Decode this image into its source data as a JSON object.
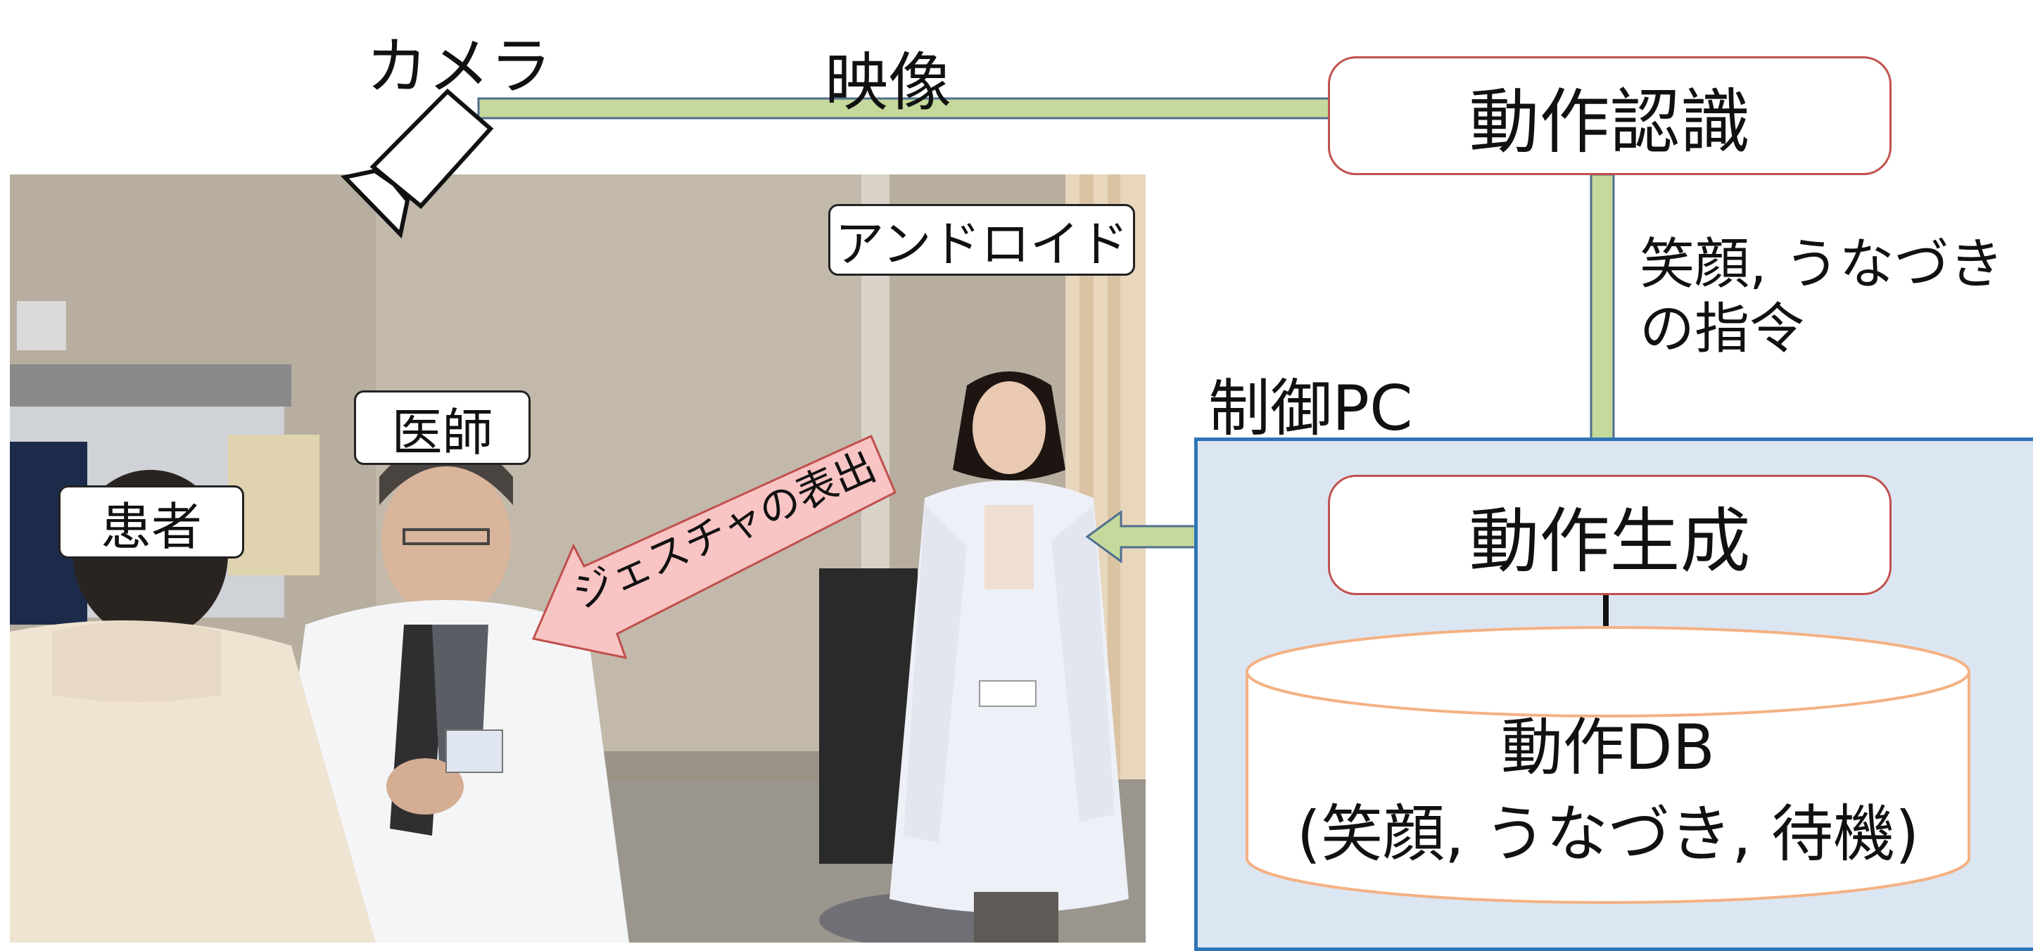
{
  "labels": {
    "camera": "カメラ",
    "video": "映像",
    "motion_recognition": "動作認識",
    "command": [
      "笑顔, うなづき",
      "の指令"
    ],
    "control_pc": "制御PC",
    "motion_generation": "動作生成",
    "motion_db": [
      "動作DB",
      "(笑顔, うなづき, 待機)"
    ],
    "android": "アンドロイド",
    "doctor": "医師",
    "patient": "患者",
    "gesture": "ジェスチャの表出"
  },
  "colors": {
    "connector_fill": "#c4d99b",
    "connector_stroke": "#4f6f8f",
    "box_border": "#c0504d",
    "panel_fill": "#dce6f2",
    "panel_border": "#2e75b6",
    "db_border": "#f4b183",
    "gesture_arrow": "#f9c4c4"
  }
}
